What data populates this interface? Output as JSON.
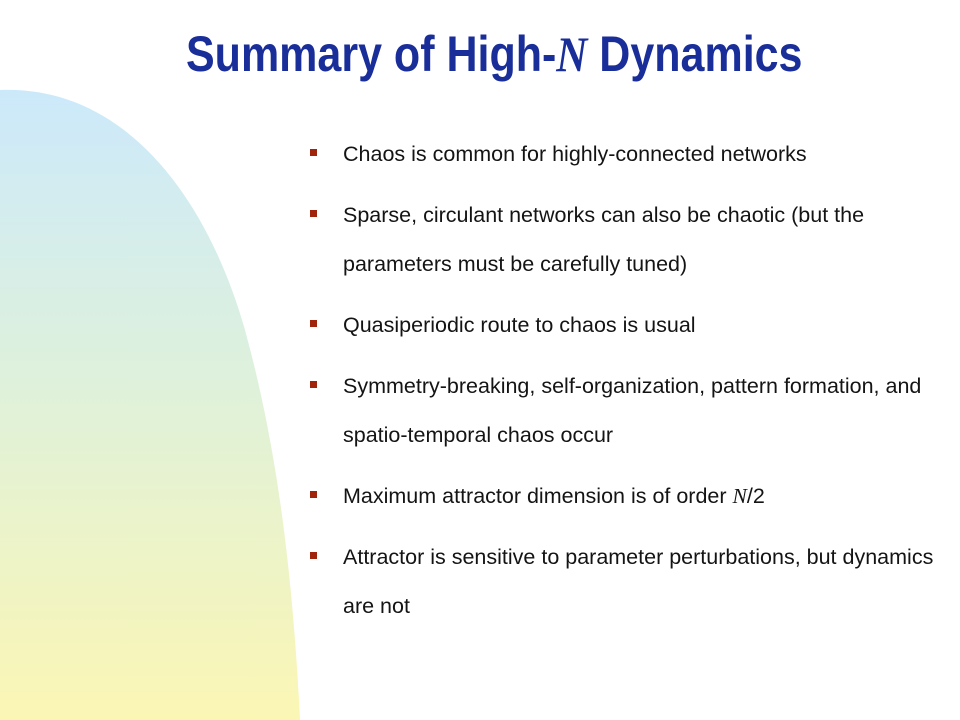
{
  "slide": {
    "title": {
      "before": "Summary of High-",
      "variable": "N",
      "after": " Dynamics"
    },
    "colors": {
      "title": "#1a2e9a",
      "bullet_marker": "#a0240c",
      "gradient_top": "#cce9fb",
      "gradient_bottom": "#fbf6b4"
    },
    "bullets": [
      {
        "text": "Chaos is common for highly-connected networks"
      },
      {
        "text": "Sparse, circulant networks can also be chaotic (but the parameters must be carefully tuned)"
      },
      {
        "text": "Quasiperiodic route to chaos is usual"
      },
      {
        "text": "Symmetry-breaking,  self-organization, pattern formation, and spatio-temporal chaos occur"
      },
      {
        "text_before": "Maximum attractor dimension is of order ",
        "variable": "N",
        "text_after": "/2"
      },
      {
        "text": "Attractor is sensitive to parameter perturbations, but dynamics are not"
      }
    ]
  }
}
